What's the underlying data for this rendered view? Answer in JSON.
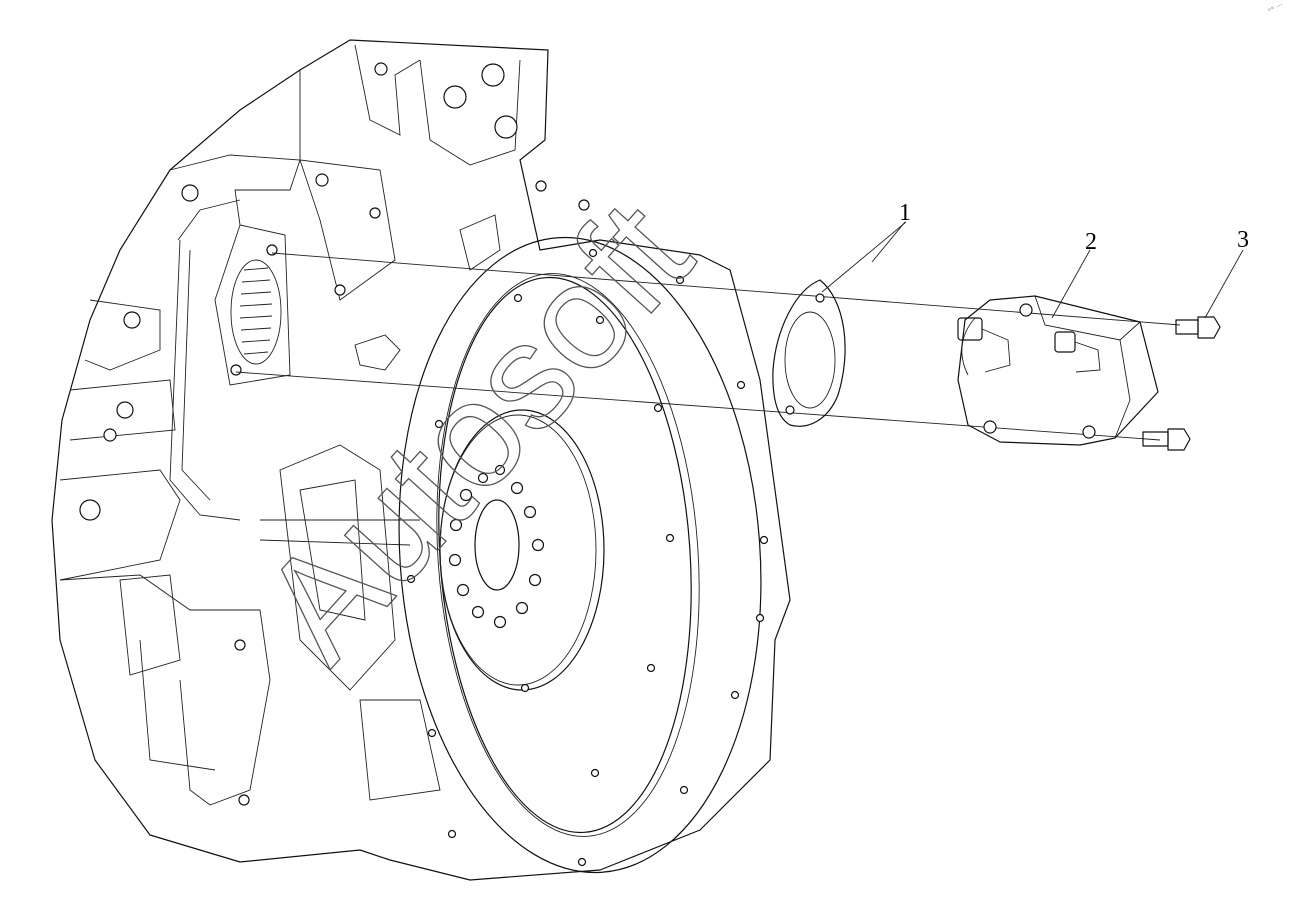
{
  "diagram": {
    "callouts": [
      {
        "id": "callout-1",
        "label": "1"
      },
      {
        "id": "callout-2",
        "label": "2"
      },
      {
        "id": "callout-3",
        "label": "3"
      }
    ],
    "watermark": "Autosoft",
    "corner_mark": "°° ···"
  },
  "colors": {
    "line": "#111111",
    "background": "#ffffff",
    "watermark": "#555555"
  }
}
